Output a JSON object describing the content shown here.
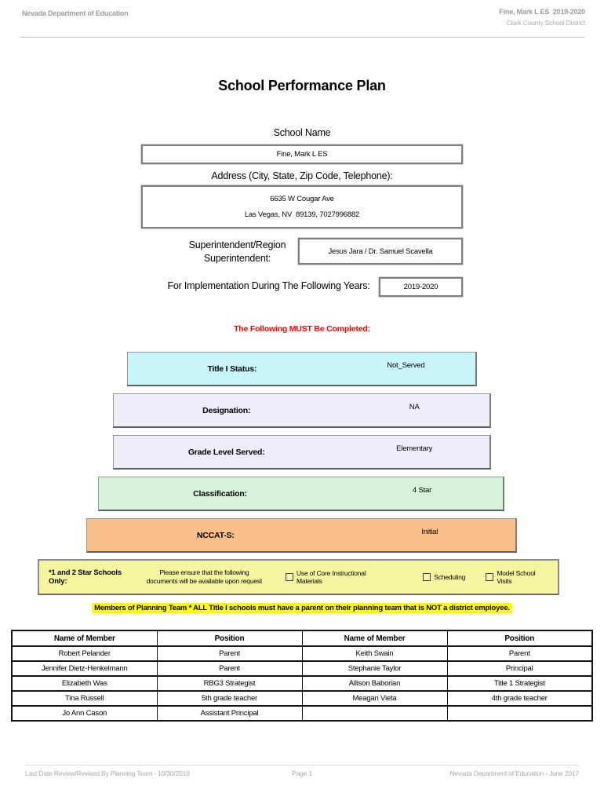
{
  "header": {
    "left": "Nevada Department of Education",
    "right_line1": "Fine, Mark L ES  2019-2020",
    "right_line2": "Clark County School District"
  },
  "title": "School Performance Plan",
  "form": {
    "school_name_label": "School Name",
    "school_name_value": "Fine, Mark L ES",
    "address_label": "Address (City, State, Zip Code, Telephone):",
    "address_line1": "6635 W Cougar Ave",
    "address_line2": "Las Vegas, NV  89139, 7027996882",
    "superintendent_label_line1": "Superintendent/Region",
    "superintendent_label_line2": "Superintendent:",
    "superintendent_value": "Jesus Jara / Dr. Samuel Scavella",
    "implementation_label": "For Implementation During The Following Years:",
    "implementation_value": "2019-2020"
  },
  "must_complete_notice": "The Following MUST Be Completed:",
  "notice_color": "#FF0000",
  "status_rows": [
    {
      "label": "Title I Status:",
      "value": "Not_Served",
      "color": "#c8f6fb"
    },
    {
      "label": "Designation:",
      "value": "NA",
      "color": "#f1ecf9"
    },
    {
      "label": "Grade Level Served:",
      "value": "Elementary",
      "color": "#f1ecf9"
    },
    {
      "label": "Classification:",
      "value": "4 Star",
      "color": "#d7f3dc"
    },
    {
      "label": "NCCAT-S:",
      "value": "Initial",
      "color": "#fac08c"
    }
  ],
  "star_schools": {
    "label": "*1 and 2 Star Schools Only:",
    "note_line1": "Please ensure that the following",
    "note_line2": "documents will be available upon request",
    "checkboxes": [
      {
        "label": "Use of Core Instructional Materials",
        "checked": false
      },
      {
        "label": "Scheduling",
        "checked": false
      },
      {
        "label": "Model School Visits",
        "checked": false
      }
    ],
    "band_color": "#f6f6a1"
  },
  "planning_team_notice": "Members of Planning Team * ALL Title I schools must have a parent on their planning team that is NOT a district employee.",
  "highlight_color": "#ffff00",
  "members_table": {
    "headers": [
      "Name of Member",
      "Position",
      "Name of Member",
      "Position"
    ],
    "rows": [
      [
        "Robert Pelander",
        "Parent",
        "Keith Swain",
        "Parent"
      ],
      [
        "Jennifer Dietz-Henkelmann",
        "Parent",
        "Stephanie Taylor",
        "Principal"
      ],
      [
        "Elizabeth Was",
        "RBG3 Strategist",
        "Allison Baborian",
        "Title 1 Strategist"
      ],
      [
        "Tina Russell",
        "5th grade teacher",
        "Meagan Vieta",
        "4th grade teacher"
      ],
      [
        "Jo Ann Cason",
        "Assistant Principal",
        "",
        ""
      ]
    ]
  },
  "footer": {
    "left": "Last Date Review/Revised By Planning Team - 10/30/2019",
    "center": "Page 1",
    "right": "Nevada Department of Education - June 2017"
  }
}
